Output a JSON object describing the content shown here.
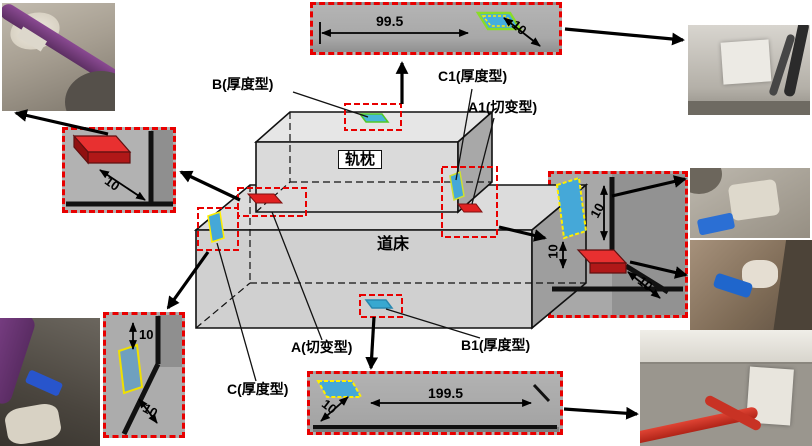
{
  "figure": {
    "parts": {
      "sleeper": "轨枕",
      "ballast": "道床"
    },
    "sensors": {
      "b": {
        "label": "B(厚度型)"
      },
      "c1": {
        "label": "C1(厚度型)"
      },
      "a1": {
        "label": "A1(切变型)"
      },
      "a": {
        "label": "A(切变型)"
      },
      "b1": {
        "label": "B1(厚度型)"
      },
      "c": {
        "label": "C(厚度型)"
      }
    },
    "dims": {
      "top_length": "99.5",
      "top_offset": "10",
      "left_offset": "10",
      "right_offset_top": "10",
      "right_offset_mid": "10",
      "right_offset_bottom": "10",
      "bottom_length": "199.5",
      "bottom_offset": "10",
      "corner_offset_top": "10",
      "corner_offset_bottom": "10"
    },
    "colors": {
      "callout_border": "#e80000",
      "sensor_red": "#e02020",
      "sensor_blue": "#45a8d8",
      "sensor_outline_yellow": "#ffee00",
      "sensor_outline_green": "#8adc28",
      "arrow": "#000000"
    }
  }
}
